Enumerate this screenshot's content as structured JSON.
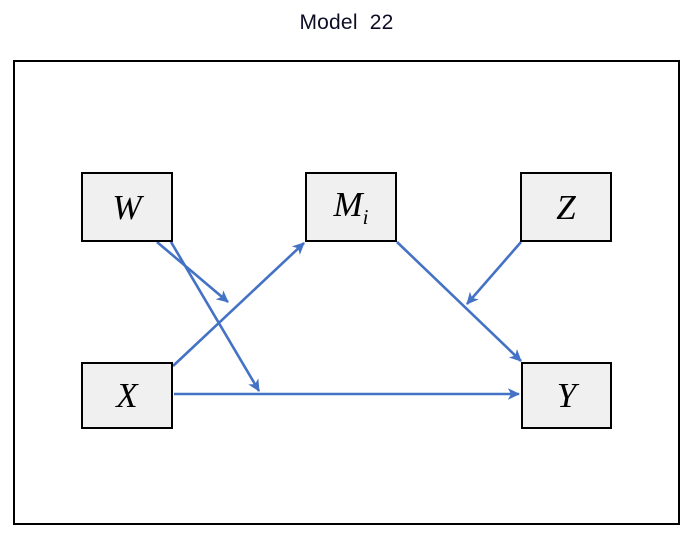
{
  "title": "Model  22",
  "colors": {
    "arrow": "#4472C4",
    "node_fill": "#F0F0F0",
    "node_border": "#000000",
    "frame_border": "#000000",
    "background": "#FFFFFF",
    "title_text": "#0D0D26"
  },
  "nodes": [
    {
      "id": "W",
      "label": "W",
      "subscript": "",
      "role": "moderator"
    },
    {
      "id": "M",
      "label": "M",
      "subscript": "i",
      "role": "mediator"
    },
    {
      "id": "Z",
      "label": "Z",
      "subscript": "",
      "role": "moderator"
    },
    {
      "id": "X",
      "label": "X",
      "subscript": "",
      "role": "antecedent"
    },
    {
      "id": "Y",
      "label": "Y",
      "subscript": "",
      "role": "consequent"
    }
  ],
  "edges": [
    {
      "from": "W",
      "to": "X-to-M-path",
      "kind": "moderation"
    },
    {
      "from": "W",
      "to": "X-to-Y-path",
      "kind": "moderation"
    },
    {
      "from": "X",
      "to": "M",
      "kind": "direct"
    },
    {
      "from": "X",
      "to": "Y",
      "kind": "direct"
    },
    {
      "from": "M",
      "to": "Y",
      "kind": "direct"
    },
    {
      "from": "Z",
      "to": "M-to-Y-path",
      "kind": "moderation"
    }
  ]
}
